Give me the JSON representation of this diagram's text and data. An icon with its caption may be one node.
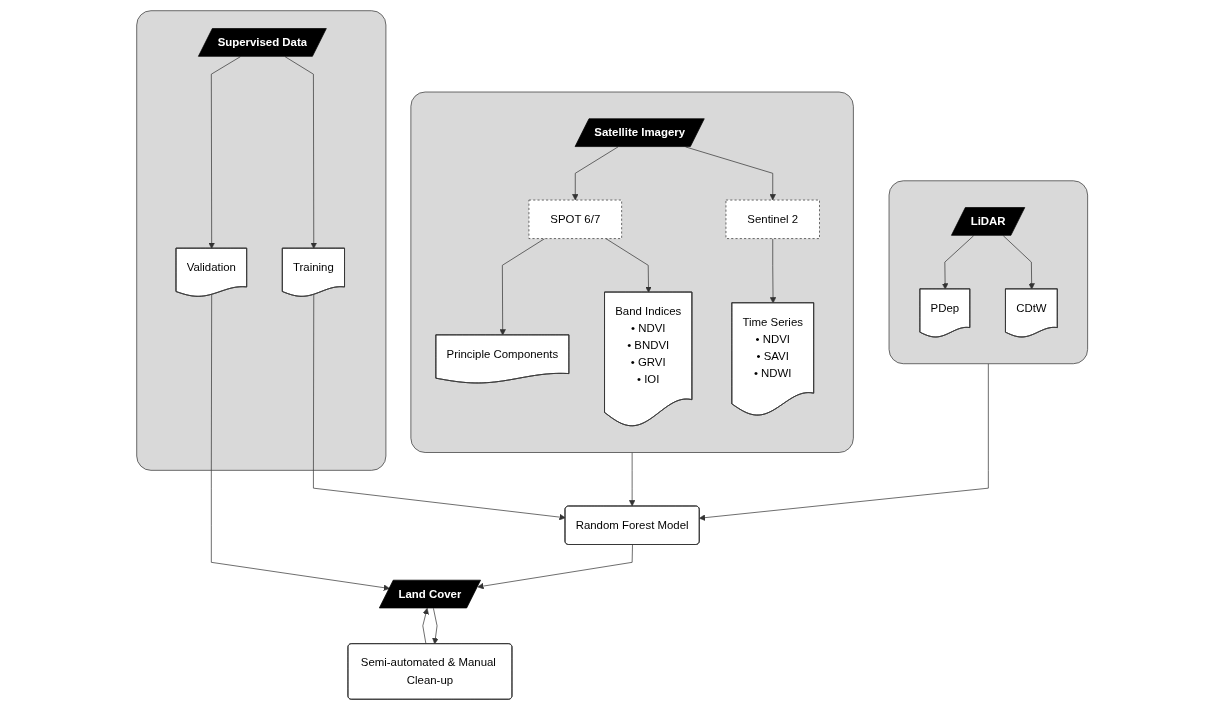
{
  "diagram": {
    "nodes": [
      {
        "text": [],
        "shape": "box"
      },
      {
        "text": [
          "LiDAR"
        ],
        "in": 0
      },
      {
        "text": [
          "PDep"
        ],
        "in": 0
      },
      {
        "text": [
          "CDtW"
        ],
        "in": 0
      },
      {
        "text": [],
        "shape": "box"
      },
      {
        "text": [
          "Satellite Imagery"
        ],
        "in": 4
      },
      {
        "text": [
          "SPOT 6/7"
        ],
        "in": 4
      },
      {
        "text": [
          "Sentinel 2"
        ],
        "in": 4
      },
      {
        "text": [
          "Principle Components"
        ],
        "in": 4
      },
      {
        "text": [
          "Band Indices",
          "• NDVI",
          "• BNDVI",
          "• GRVI",
          "• IOI"
        ],
        "in": 4
      },
      {
        "text": [
          "Time Series",
          "• NDVI",
          "• SAVI",
          "• NDWI"
        ],
        "in": 4
      },
      {
        "text": [],
        "shape": "box"
      },
      {
        "text": [
          "Supervised Data"
        ],
        "in": 11
      },
      {
        "text": [
          "Training"
        ],
        "in": 11
      },
      {
        "text": [
          "Validation"
        ],
        "in": 11
      },
      {
        "text": [
          "Random Forest Model"
        ]
      },
      {
        "text": [
          "Land Cover"
        ]
      },
      {
        "text": [
          "Semi-automated & Manual Clean-up"
        ]
      }
    ],
    "edges": [
      {
        "from": 1,
        "to": 2,
        "arrow": "to"
      },
      {
        "from": 1,
        "to": 3,
        "arrow": "to"
      },
      {
        "from": 5,
        "to": 6,
        "arrow": "to"
      },
      {
        "from": 5,
        "to": 7,
        "arrow": "to"
      },
      {
        "from": 6,
        "to": 8,
        "arrow": "to"
      },
      {
        "from": 6,
        "to": 9,
        "arrow": "to"
      },
      {
        "from": 7,
        "to": 10,
        "arrow": "to"
      },
      {
        "from": 12,
        "to": 13,
        "arrow": "to"
      },
      {
        "from": 12,
        "to": 14,
        "arrow": "to"
      },
      {
        "from": 0,
        "to": 15,
        "arrow": "to"
      },
      {
        "from": 4,
        "to": 15,
        "arrow": "to"
      },
      {
        "from": 13,
        "to": 15,
        "arrow": "to"
      },
      {
        "from": 15,
        "to": 16,
        "arrow": "to"
      },
      {
        "from": 14,
        "to": 16,
        "arrow": "to"
      },
      {
        "from": 16,
        "to": 17,
        "arrow": "to"
      },
      {
        "from": 17,
        "to": 16,
        "arrow": "to"
      }
    ]
  }
}
